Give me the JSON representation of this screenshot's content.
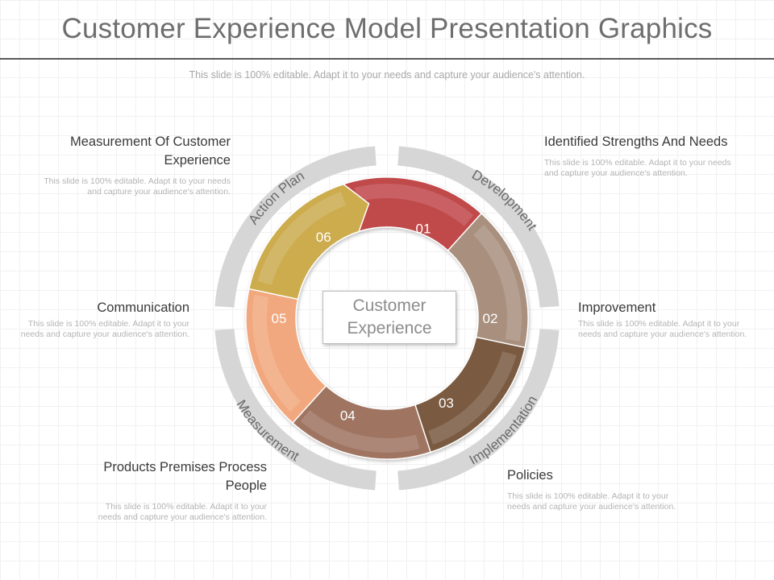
{
  "title": "Customer Experience Model Presentation Graphics",
  "subtitle": "This slide is 100% editable. Adapt it to your needs and capture your audience's attention.",
  "center_label": "Customer Experience",
  "stages": [
    {
      "number": "01",
      "color": "#c0484a"
    },
    {
      "number": "02",
      "color": "#a9907e"
    },
    {
      "number": "03",
      "color": "#7a5a41"
    },
    {
      "number": "04",
      "color": "#9f7462"
    },
    {
      "number": "05",
      "color": "#f2a87e"
    },
    {
      "number": "06",
      "color": "#ccac4e"
    }
  ],
  "outer_labels": {
    "action_plan": "Action Plan",
    "development": "Development",
    "implementation": "Implementation",
    "measurement": "Measurement"
  },
  "text_blocks": {
    "measurement_of_customer": {
      "heading": "Measurement Of Customer Experience",
      "body": "This slide is 100% editable. Adapt it to your needs and capture your audience's attention."
    },
    "identified_strengths": {
      "heading": "Identified Strengths And Needs",
      "body": "This slide is 100% editable. Adapt it to your needs and capture your audience's attention."
    },
    "communication": {
      "heading": "Communication",
      "body": "This slide is 100% editable. Adapt it to your needs and capture your audience's attention."
    },
    "improvement": {
      "heading": "Improvement",
      "body": "This slide is 100% editable. Adapt it to your needs and capture your audience's attention."
    },
    "products_premises": {
      "heading": "Products Premises Process People",
      "body": "This slide is 100% editable. Adapt it to your needs and capture your audience's attention."
    },
    "policies": {
      "heading": "Policies",
      "body": "This slide is 100% editable. Adapt it to your needs and capture your audience's attention."
    }
  }
}
